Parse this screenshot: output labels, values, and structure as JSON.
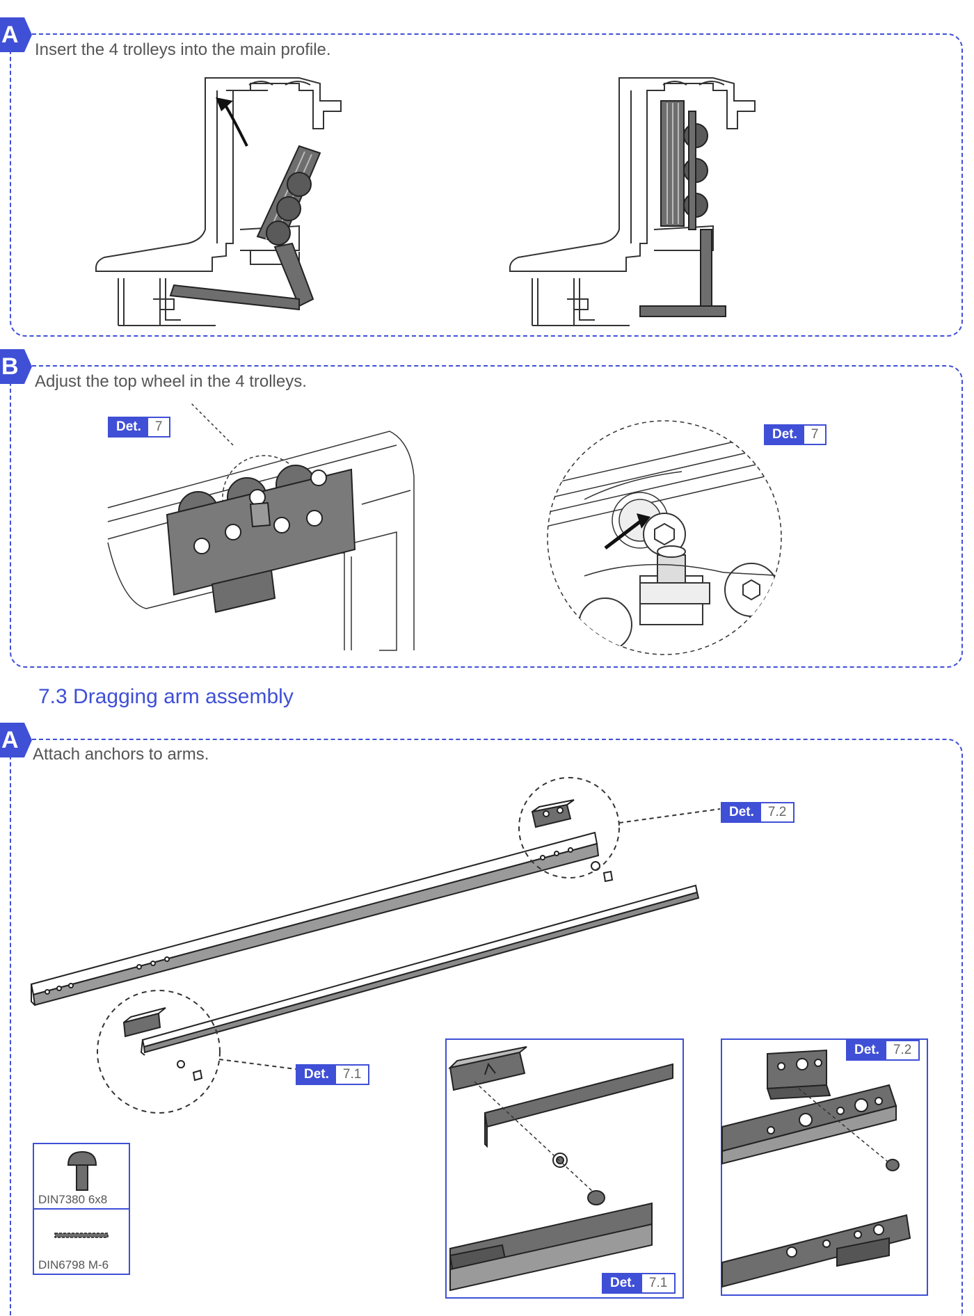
{
  "step_a1": {
    "tag": "A",
    "instruction": "Insert the 4 trolleys into the main profile."
  },
  "step_b": {
    "tag": "B",
    "instruction": "Adjust the top wheel in the 4 trolleys.",
    "det_left": {
      "key": "Det.",
      "value": "7"
    },
    "det_right": {
      "key": "Det.",
      "value": "7"
    }
  },
  "section_73": {
    "title": "7.3 Dragging arm assembly"
  },
  "step_a2": {
    "tag": "A",
    "instruction": "Attach anchors to arms.",
    "det_72_callout": {
      "key": "Det.",
      "value": "7.2"
    },
    "det_71_callout": {
      "key": "Det.",
      "value": "7.1"
    },
    "det_71_box": {
      "key": "Det.",
      "value": "7.1"
    },
    "det_72_box": {
      "key": "Det.",
      "value": "7.2"
    },
    "parts": [
      {
        "icon": "screw-icon",
        "label": "DIN7380 6x8"
      },
      {
        "icon": "washer-icon",
        "label": "DIN6798 M-6"
      }
    ]
  },
  "colors": {
    "accent": "#3f4fd6",
    "part_fill": "#6e6e6e",
    "line": "#333333"
  }
}
